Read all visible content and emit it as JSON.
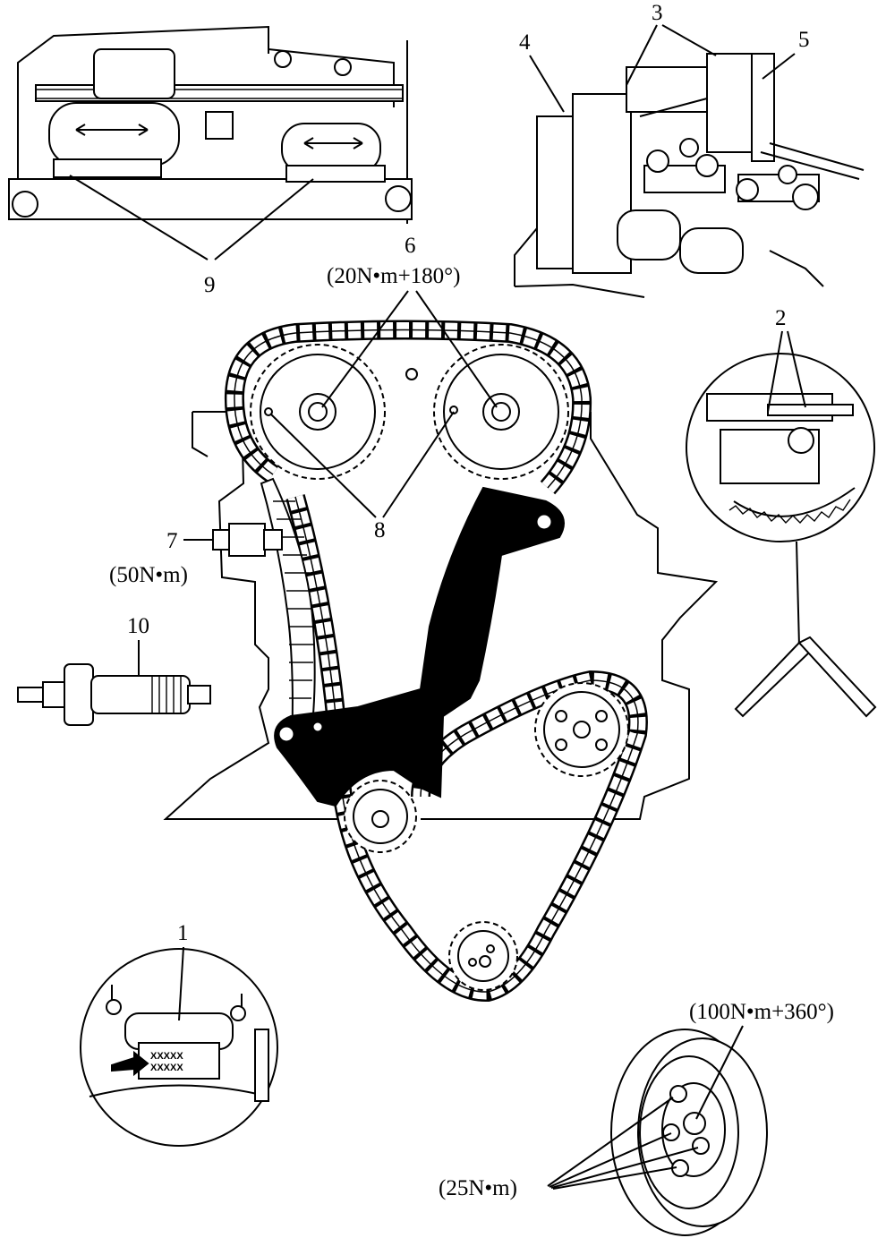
{
  "labels": {
    "l1": "1",
    "l2": "2",
    "l3": "3",
    "l4": "4",
    "l5": "5",
    "l6": "6",
    "l6_torque": "(20N•m+180°)",
    "l7": "7",
    "l7_torque": "(50N•m)",
    "l8": "8",
    "l9": "9",
    "l10": "10",
    "crank_bolt_torque": "(100N•m+360°)",
    "pulley_bolt_torque": "(25N•m)",
    "engraving": "XXXXX"
  }
}
